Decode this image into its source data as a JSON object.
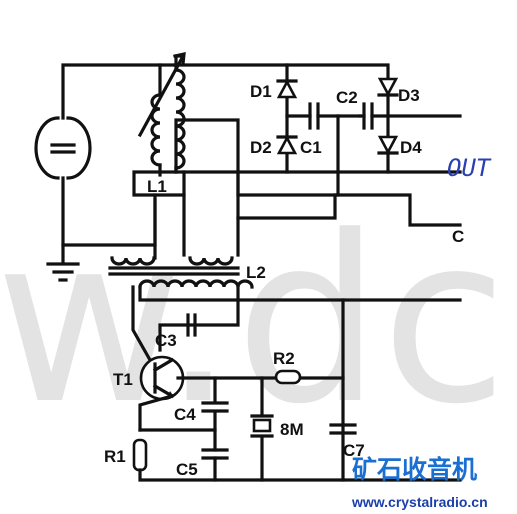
{
  "watermark": "w.dc",
  "handwritten_label": "OUT",
  "components": {
    "D1": "D1",
    "D2": "D2",
    "D3": "D3",
    "D4": "D4",
    "C1": "C1",
    "C2": "C2",
    "C3": "C3",
    "C4": "C4",
    "C5": "C5",
    "C7": "C7",
    "L1": "L1",
    "L2": "L2",
    "T1": "T1",
    "R1": "R1",
    "R2": "R2",
    "crystal": "8M"
  },
  "logo": {
    "chinese": "矿石收音机",
    "url": "www.crystalradio.cn",
    "color": "#1a6fd0"
  }
}
